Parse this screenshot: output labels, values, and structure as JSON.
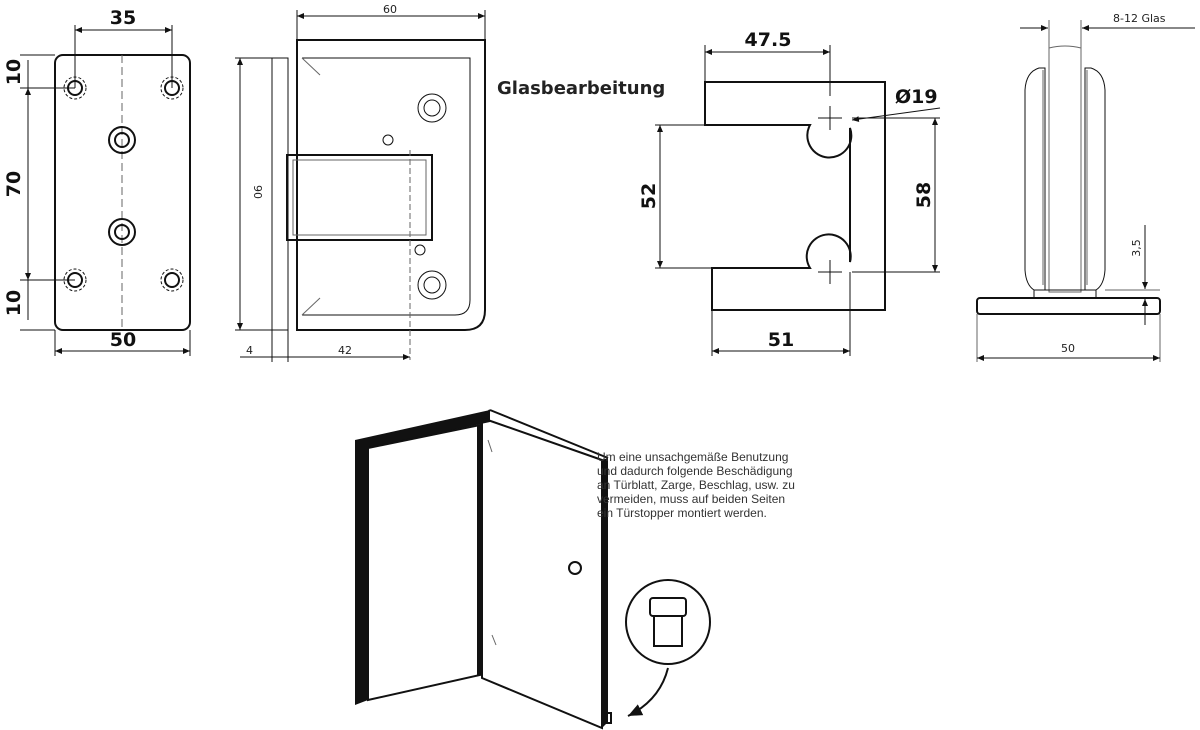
{
  "front_view": {
    "top_width": "35",
    "top_margin": "10",
    "hole_spacing": "70",
    "bottom_margin": "10",
    "width": "50"
  },
  "side_view": {
    "width": "60",
    "height": "90",
    "plate_thickness": "4",
    "depth": "42"
  },
  "glass_processing": {
    "title": "Glasbearbeitung",
    "top_width": "47.5",
    "hole_diameter": "Ø19",
    "left_height": "52",
    "right_height": "58",
    "bottom_width": "51"
  },
  "profile_view": {
    "glass_thickness": "8-12 Glas",
    "gap": "3,5",
    "width": "50"
  },
  "note": {
    "lines": [
      "Um eine unsachgemäße Benutzung",
      "und dadurch folgende Beschädigung",
      "an Türblatt, Zarge, Beschlag, usw. zu",
      "vermeiden, muss auf beiden Seiten",
      "ein Türstopper montiert werden."
    ]
  }
}
